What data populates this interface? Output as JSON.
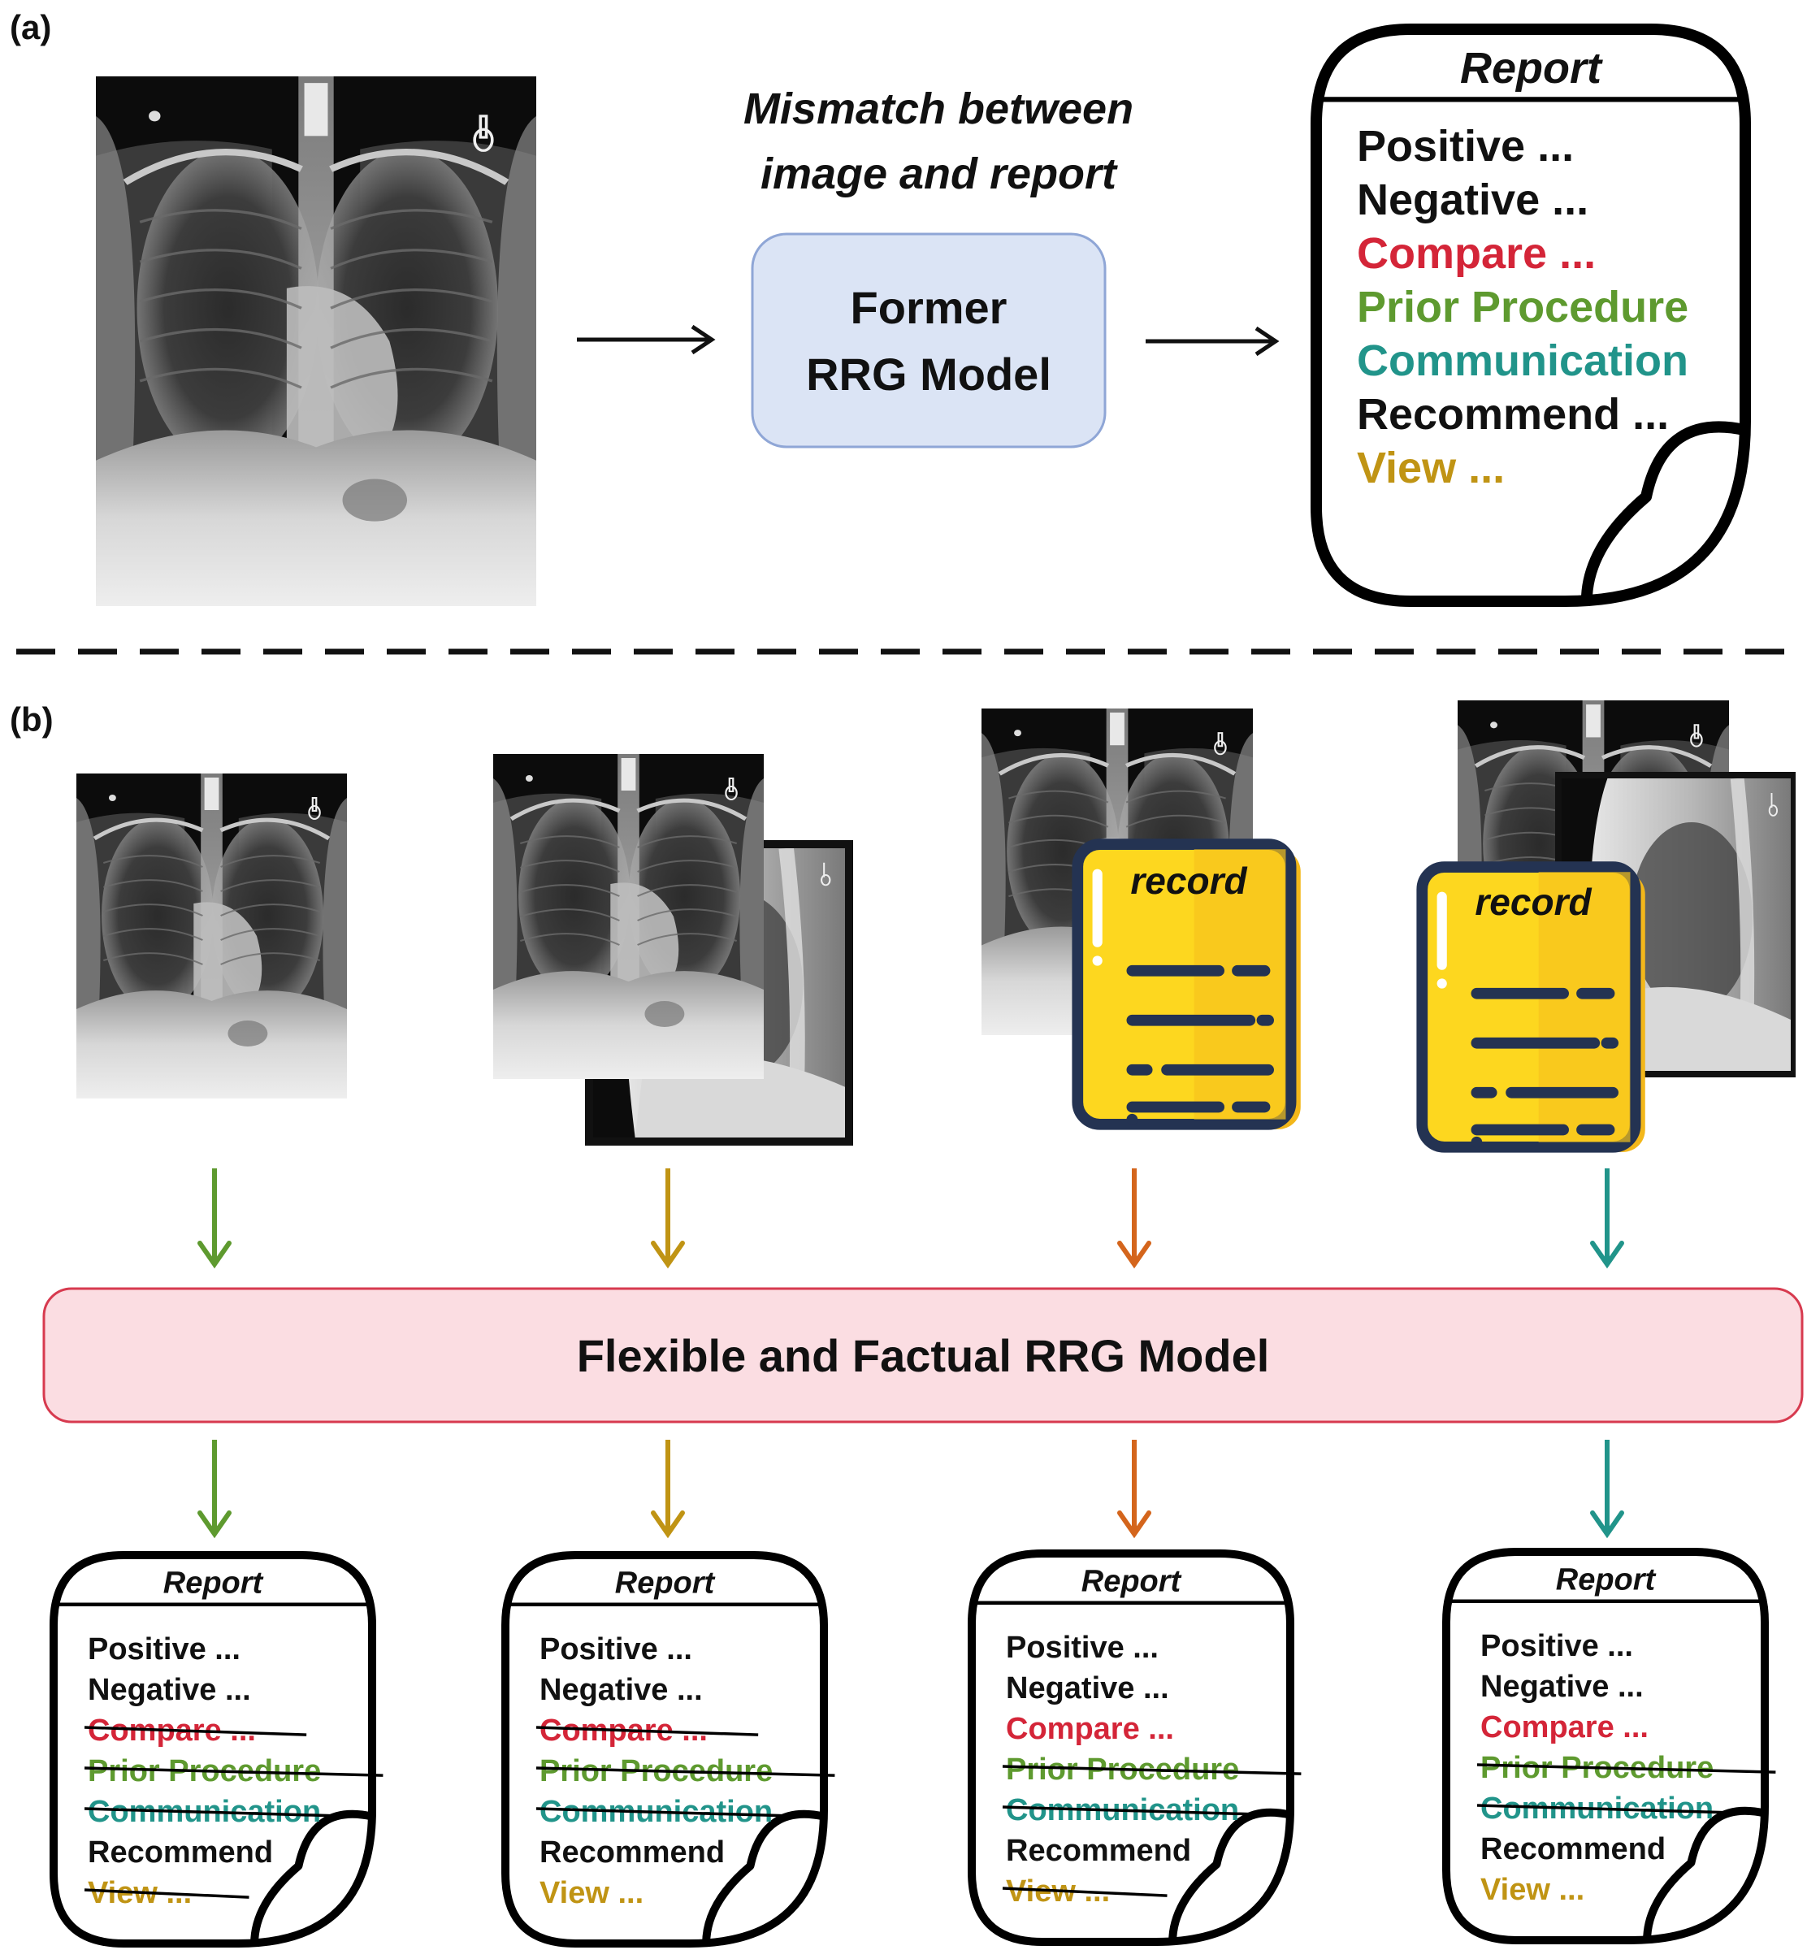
{
  "colors": {
    "black": "#111111",
    "compare": "#d42538",
    "prior_procedure": "#5e9a2f",
    "communication": "#21948a",
    "view": "#c09414",
    "recommend": "#111111",
    "arrow_green": "#5e9a2f",
    "arrow_gold": "#c09414",
    "arrow_orange": "#d4651c",
    "arrow_teal": "#21948a",
    "former_box_fill": "#dbe4f5",
    "former_box_stroke": "#8fa6d6",
    "flex_box_fill": "#fbdde2",
    "flex_box_stroke": "#d73a4f",
    "record_yellow": "#fdd71f",
    "record_stroke": "#243352"
  },
  "panel_a": {
    "label": "(a)",
    "mismatch_line1": "Mismatch between",
    "mismatch_line2": "image and report",
    "model_line1": "Former",
    "model_line2": "RRG Model",
    "report": {
      "title": "Report",
      "lines": [
        {
          "text": "Positive ...",
          "color_key": "black",
          "struck": false
        },
        {
          "text": "Negative ...",
          "color_key": "black",
          "struck": false
        },
        {
          "text": "Compare ...",
          "color_key": "compare",
          "struck": false
        },
        {
          "text": "Prior Procedure",
          "color_key": "prior_procedure",
          "struck": false
        },
        {
          "text": "Communication",
          "color_key": "communication",
          "struck": false
        },
        {
          "text": "Recommend ...",
          "color_key": "recommend",
          "struck": false
        },
        {
          "text": "View ...",
          "color_key": "view",
          "struck": false
        }
      ]
    }
  },
  "panel_b": {
    "label": "(b)",
    "model_label": "Flexible and Factual RRG Model",
    "record_label": "record",
    "inputs": [
      {
        "name": "single-frontal",
        "arrow_color_key": "arrow_green"
      },
      {
        "name": "frontal-lateral",
        "arrow_color_key": "arrow_gold"
      },
      {
        "name": "frontal-record",
        "arrow_color_key": "arrow_orange"
      },
      {
        "name": "frontal-lateral-record",
        "arrow_color_key": "arrow_teal"
      }
    ],
    "reports": [
      {
        "title": "Report",
        "lines": [
          {
            "text": "Positive ...",
            "color_key": "black",
            "struck": false
          },
          {
            "text": "Negative ...",
            "color_key": "black",
            "struck": false
          },
          {
            "text": "Compare ...",
            "color_key": "compare",
            "struck": true
          },
          {
            "text": "Prior Procedure",
            "color_key": "prior_procedure",
            "struck": true
          },
          {
            "text": "Communication",
            "color_key": "communication",
            "struck": true
          },
          {
            "text": "Recommend",
            "color_key": "recommend",
            "struck": false
          },
          {
            "text": "View ...",
            "color_key": "view",
            "struck": true
          }
        ]
      },
      {
        "title": "Report",
        "lines": [
          {
            "text": "Positive ...",
            "color_key": "black",
            "struck": false
          },
          {
            "text": "Negative ...",
            "color_key": "black",
            "struck": false
          },
          {
            "text": "Compare ...",
            "color_key": "compare",
            "struck": true
          },
          {
            "text": "Prior Procedure",
            "color_key": "prior_procedure",
            "struck": true
          },
          {
            "text": "Communication",
            "color_key": "communication",
            "struck": true
          },
          {
            "text": "Recommend",
            "color_key": "recommend",
            "struck": false
          },
          {
            "text": "View ...",
            "color_key": "view",
            "struck": false
          }
        ]
      },
      {
        "title": "Report",
        "lines": [
          {
            "text": "Positive ...",
            "color_key": "black",
            "struck": false
          },
          {
            "text": "Negative ...",
            "color_key": "black",
            "struck": false
          },
          {
            "text": "Compare ...",
            "color_key": "compare",
            "struck": false
          },
          {
            "text": "Prior Procedure",
            "color_key": "prior_procedure",
            "struck": true
          },
          {
            "text": "Communication",
            "color_key": "communication",
            "struck": true
          },
          {
            "text": "Recommend",
            "color_key": "recommend",
            "struck": false
          },
          {
            "text": "View ...",
            "color_key": "view",
            "struck": true
          }
        ]
      },
      {
        "title": "Report",
        "lines": [
          {
            "text": "Positive ...",
            "color_key": "black",
            "struck": false
          },
          {
            "text": "Negative ...",
            "color_key": "black",
            "struck": false
          },
          {
            "text": "Compare ...",
            "color_key": "compare",
            "struck": false
          },
          {
            "text": "Prior Procedure",
            "color_key": "prior_procedure",
            "struck": true
          },
          {
            "text": "Communication",
            "color_key": "communication",
            "struck": true
          },
          {
            "text": "Recommend",
            "color_key": "recommend",
            "struck": false
          },
          {
            "text": "View ...",
            "color_key": "view",
            "struck": false
          }
        ]
      }
    ]
  }
}
